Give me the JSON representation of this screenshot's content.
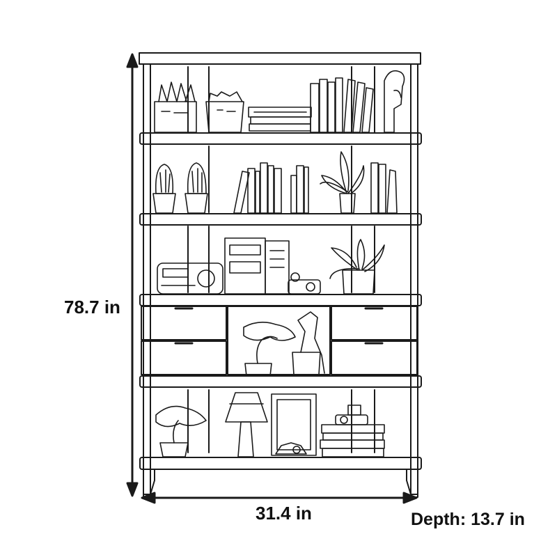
{
  "dimensions": {
    "height": "78.7 in",
    "width": "31.4 in",
    "depth": "Depth: 13.7 in"
  },
  "colors": {
    "line": "#1a1a1a",
    "background": "#ffffff"
  }
}
